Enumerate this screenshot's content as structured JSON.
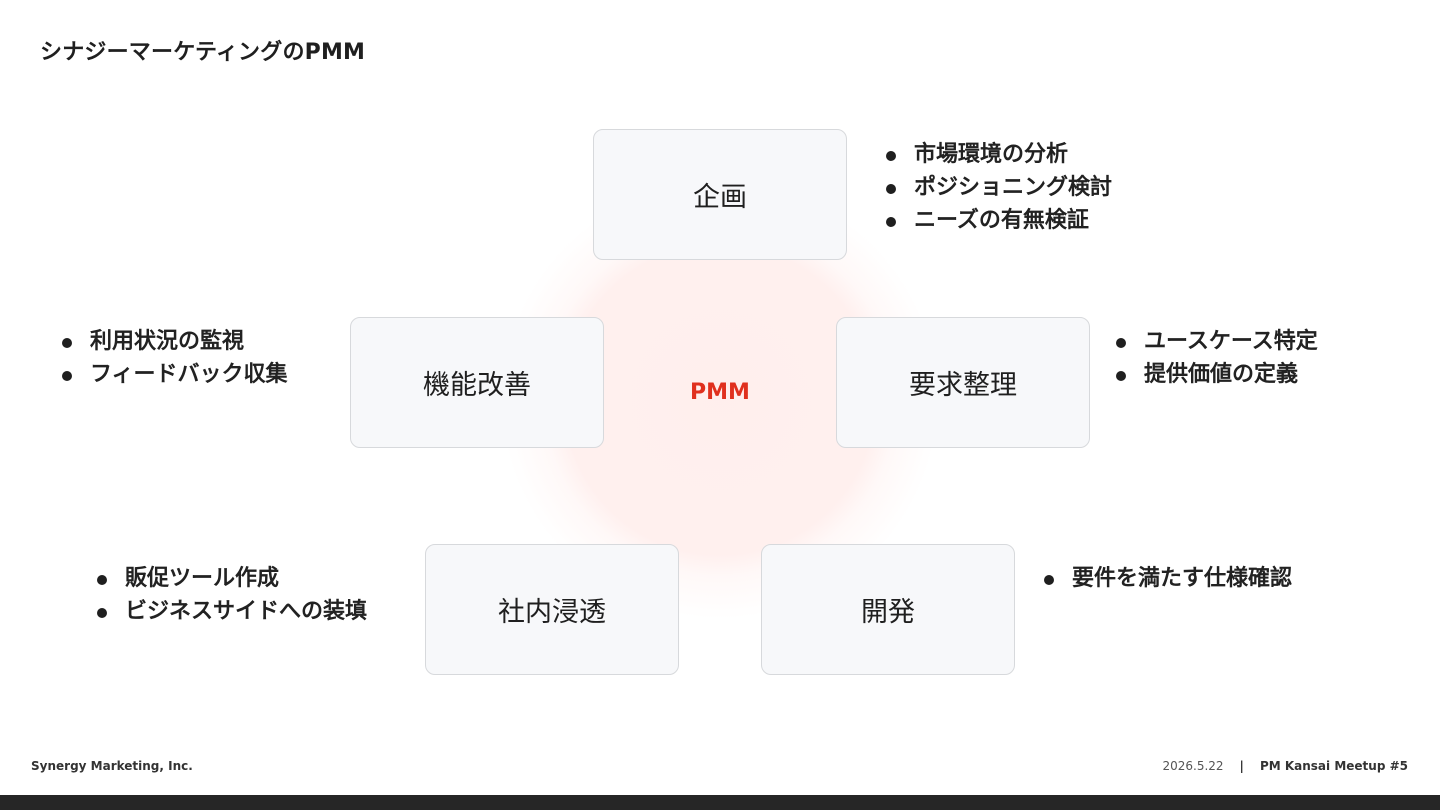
{
  "title": "シナジーマーケティングのPMM",
  "center": "PMM",
  "nodes": {
    "planning": {
      "label": "企画",
      "bullets": [
        "市場環境の分析",
        "ポジショニング検討",
        "ニーズの有無検証"
      ]
    },
    "requirements": {
      "label": "要求整理",
      "bullets": [
        "ユースケース特定",
        "提供価値の定義"
      ]
    },
    "development": {
      "label": "開発",
      "bullets": [
        "要件を満たす仕様確認"
      ]
    },
    "enablement": {
      "label": "社内浸透",
      "bullets": [
        "販促ツール作成",
        "ビジネスサイドへの装填"
      ]
    },
    "improvement": {
      "label": "機能改善",
      "bullets": [
        "利用状況の監視",
        "フィードバック収集"
      ]
    }
  },
  "footer": {
    "company": "Synergy Marketing, Inc.",
    "date": "2026.5.22",
    "separator": "|",
    "event": "PM Kansai Meetup #5"
  },
  "colors": {
    "accent": "#e0301e",
    "node_bg": "#f7f8fa",
    "node_border": "#d7d9dc",
    "glow": "#ffe4e1",
    "bottom_bar": "#262626"
  }
}
